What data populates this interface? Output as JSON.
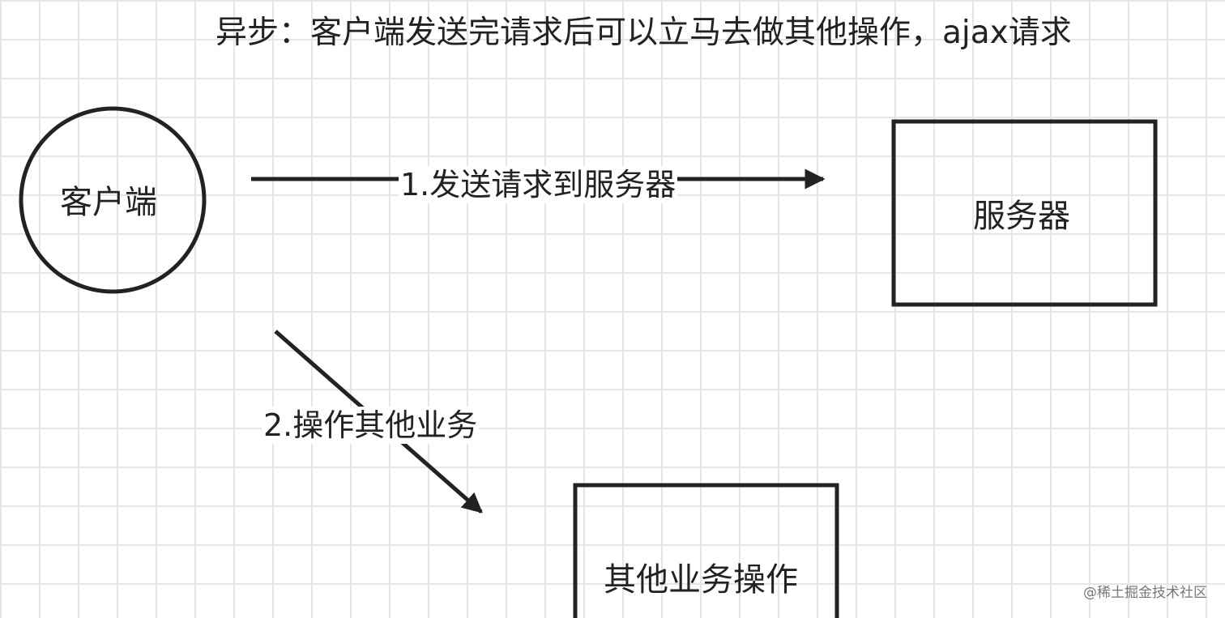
{
  "title": "异步：客户端发送完请求后可以立马去做其他操作，ajax请求",
  "nodes": {
    "client": "客户端",
    "server": "服务器",
    "other": "其他业务操作"
  },
  "edges": {
    "to_server": "1.发送请求到服务器",
    "to_other": "2.操作其他业务"
  },
  "watermark": "@稀土掘金技术社区",
  "colors": {
    "stroke": "#222222",
    "grid": "#e6e6e6",
    "background": "#ffffff"
  }
}
